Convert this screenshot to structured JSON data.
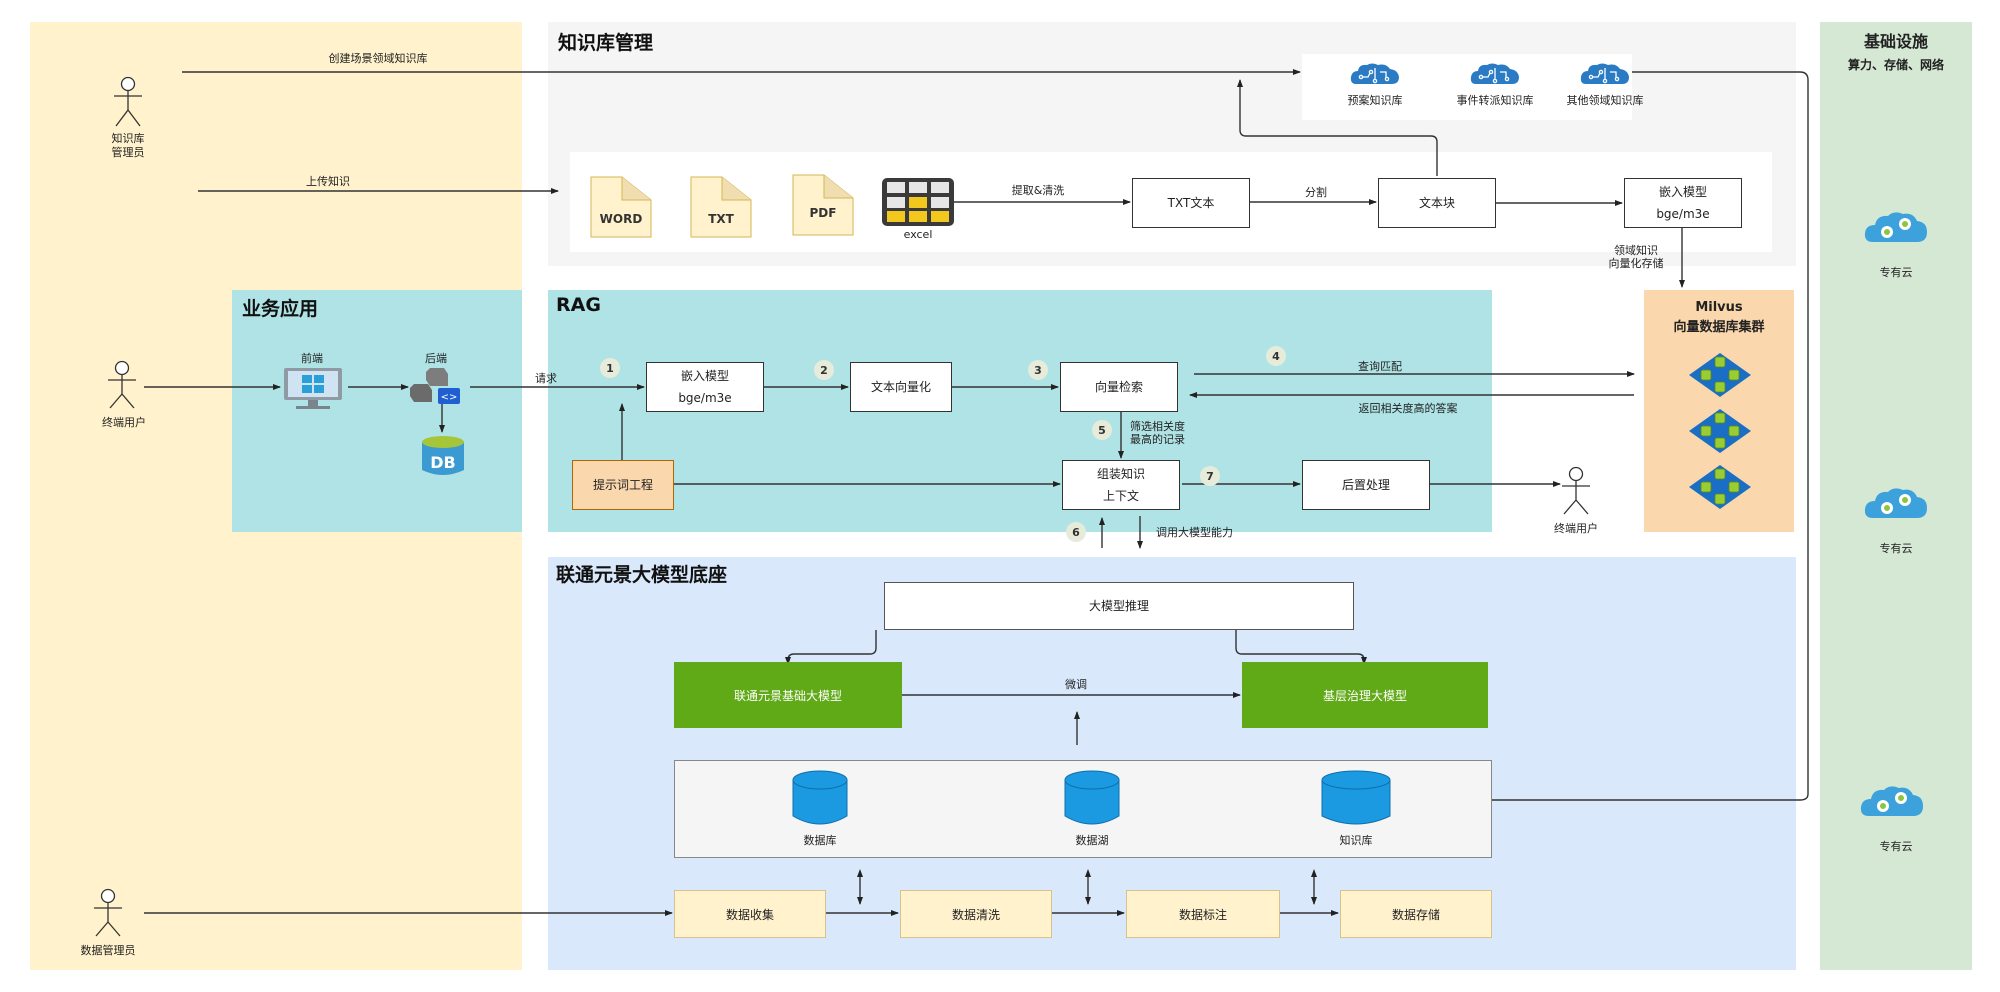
{
  "zones": {
    "actors_lane": {
      "bg": "#fff2cc"
    },
    "knowledge_mgmt": {
      "title": "知识库管理",
      "bg": "#f5f5f5"
    },
    "business_app": {
      "title": "业务应用",
      "bg": "#b0e3e6"
    },
    "rag": {
      "title": "RAG",
      "bg": "#b0e3e6"
    },
    "model_base": {
      "title": "联通元景大模型底座",
      "bg": "#dae8fc"
    },
    "infrastructure": {
      "title": "基础设施",
      "subtitle": "算力、存储、网络",
      "bg": "#d5e8d4"
    }
  },
  "actors": {
    "kb_admin": "知识库\n管理员",
    "end_user": "终端用户",
    "data_admin": "数据管理员",
    "end_user_output": "终端用户"
  },
  "edges": {
    "create_kb": "创建场景领域知识库",
    "upload": "上传知识",
    "extract_clean": "提取&清洗",
    "split": "分割",
    "vector_store": "领域知识\n向量化存储",
    "request": "请求",
    "query_match": "查询匹配",
    "return_answer": "返回相关度高的答案",
    "filter_top": "筛选相关度\n最高的记录",
    "call_llm": "调用大模型能力",
    "finetune": "微调"
  },
  "knowledge_mgmt": {
    "knowledge_bases": [
      "预案知识库",
      "事件转派知识库",
      "其他领域知识库"
    ],
    "file_types": [
      "WORD",
      "TXT",
      "PDF",
      "excel"
    ],
    "txt_box": "TXT文本",
    "chunk_box": "文本块",
    "embed_box": {
      "line1": "嵌入模型",
      "line2": "bge/m3e"
    }
  },
  "business_app": {
    "frontend": "前端",
    "backend": "后端",
    "db": "DB"
  },
  "rag": {
    "steps": [
      "1",
      "2",
      "3",
      "4",
      "5",
      "6",
      "7"
    ],
    "embed_box": {
      "line1": "嵌入模型",
      "line2": "bge/m3e"
    },
    "vectorize_box": "文本向量化",
    "search_box": "向量检索",
    "prompt_box": "提示词工程",
    "assemble_box": {
      "line1": "组装知识",
      "line2": "上下文"
    },
    "post_box": "后置处理"
  },
  "milvus": {
    "line1": "Milvus",
    "line2": "向量数据库集群",
    "bg": "#fad7ac"
  },
  "model_base": {
    "inference": "大模型推理",
    "base_model": "联通元景基础大模型",
    "gov_model": "基层治理大模型",
    "stores": [
      "数据库",
      "数据湖",
      "知识库"
    ],
    "pipeline": [
      "数据收集",
      "数据清洗",
      "数据标注",
      "数据存储"
    ]
  },
  "infrastructure": {
    "clouds": [
      "专有云",
      "专有云",
      "专有云"
    ]
  },
  "colors": {
    "green": "#60a917",
    "pale_yellow": "#fff2cc",
    "prompt_orange": "#fad7ac",
    "db_blue": "#1ba1e2",
    "brain_blue": "#2a7bc4"
  }
}
